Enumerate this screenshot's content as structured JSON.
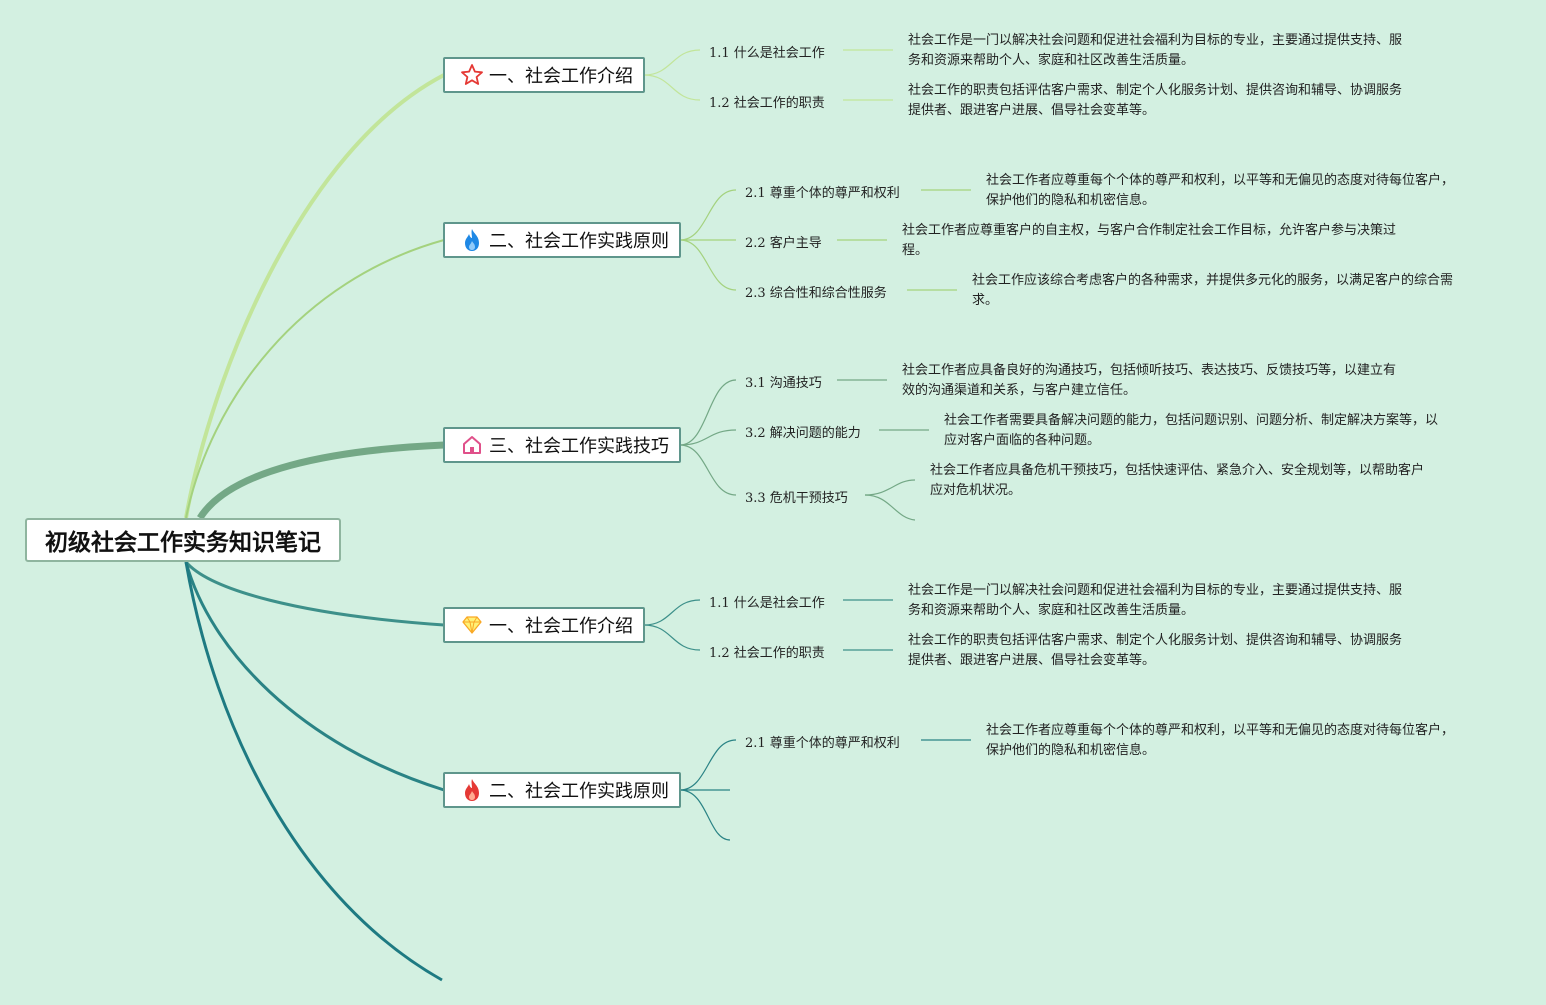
{
  "root": {
    "title": "初级社会工作实务知识笔记"
  },
  "topics": [
    {
      "label": "一、社会工作介绍",
      "icon": "star-icon",
      "subs": [
        {
          "label": "1.1 什么是社会工作",
          "desc": "社会工作是一门以解决社会问题和促进社会福利为目标的专业，主要通过提供支持、服务和资源来帮助个人、家庭和社区改善生活质量。"
        },
        {
          "label": "1.2 社会工作的职责",
          "desc": "社会工作的职责包括评估客户需求、制定个人化服务计划、提供咨询和辅导、协调服务提供者、跟进客户进展、倡导社会变革等。"
        }
      ]
    },
    {
      "label": "二、社会工作实践原则",
      "icon": "flame-blue-icon",
      "subs": [
        {
          "label": "2.1 尊重个体的尊严和权利",
          "desc": "社会工作者应尊重每个个体的尊严和权利，以平等和无偏见的态度对待每位客户，保护他们的隐私和机密信息。"
        },
        {
          "label": "2.2 客户主导",
          "desc": "社会工作者应尊重客户的自主权，与客户合作制定社会工作目标，允许客户参与决策过程。"
        },
        {
          "label": "2.3 综合性和综合性服务",
          "desc": "社会工作应该综合考虑客户的各种需求，并提供多元化的服务，以满足客户的综合需求。"
        }
      ]
    },
    {
      "label": "三、社会工作实践技巧",
      "icon": "home-icon",
      "subs": [
        {
          "label": "3.1 沟通技巧",
          "desc": "社会工作者应具备良好的沟通技巧，包括倾听技巧、表达技巧、反馈技巧等，以建立有效的沟通渠道和关系，与客户建立信任。"
        },
        {
          "label": "3.2 解决问题的能力",
          "desc": "社会工作者需要具备解决问题的能力，包括问题识别、问题分析、制定解决方案等，以应对客户面临的各种问题。"
        },
        {
          "label": "3.3 危机干预技巧",
          "desc": "社会工作者应具备危机干预技巧，包括快速评估、紧急介入、安全规划等，以帮助客户应对危机状况。"
        }
      ]
    },
    {
      "label": "一、社会工作介绍",
      "icon": "diamond-icon",
      "subs": [
        {
          "label": "1.1 什么是社会工作",
          "desc": "社会工作是一门以解决社会问题和促进社会福利为目标的专业，主要通过提供支持、服务和资源来帮助个人、家庭和社区改善生活质量。"
        },
        {
          "label": "1.2 社会工作的职责",
          "desc": "社会工作的职责包括评估客户需求、制定个人化服务计划、提供咨询和辅导、协调服务提供者、跟进客户进展、倡导社会变革等。"
        }
      ]
    },
    {
      "label": "二、社会工作实践原则",
      "icon": "flame-red-icon",
      "subs": [
        {
          "label": "2.1 尊重个体的尊严和权利",
          "desc": "社会工作者应尊重每个个体的尊严和权利，以平等和无偏见的态度对待每位客户，保护他们的隐私和机密信息。"
        }
      ]
    }
  ],
  "colors": {
    "background": "#d3f0e1",
    "branch_light": "#b8e08c",
    "branch_mid": "#9ccc7c",
    "branch_dark": "#6fa88a",
    "branch_teal": "#3a8f8a",
    "branch_deep": "#1e7a82"
  }
}
